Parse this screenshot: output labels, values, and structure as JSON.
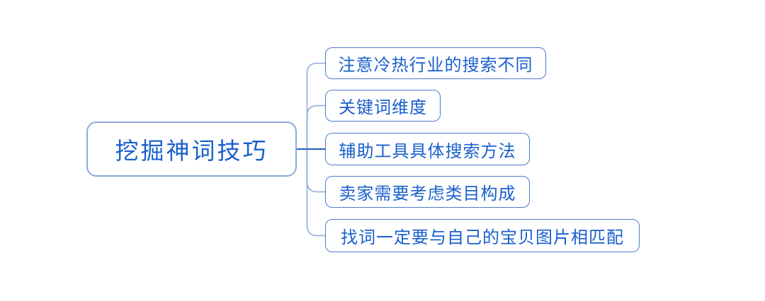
{
  "mindmap": {
    "root": {
      "label": "挖掘神词技巧"
    },
    "children": [
      {
        "label": "注意冷热行业的搜索不同"
      },
      {
        "label": "关键词维度"
      },
      {
        "label": "辅助工具具体搜索方法"
      },
      {
        "label": "卖家需要考虑类目构成"
      },
      {
        "label": "找词一定要与自己的宝贝图片相匹配"
      }
    ]
  },
  "colors": {
    "background": "#ffffff",
    "text": "#1a60cc",
    "root_border": "#8faadc",
    "child_border": "#4c7bc9",
    "connector": "#8faadc",
    "connector_main": "#1e62b8"
  }
}
